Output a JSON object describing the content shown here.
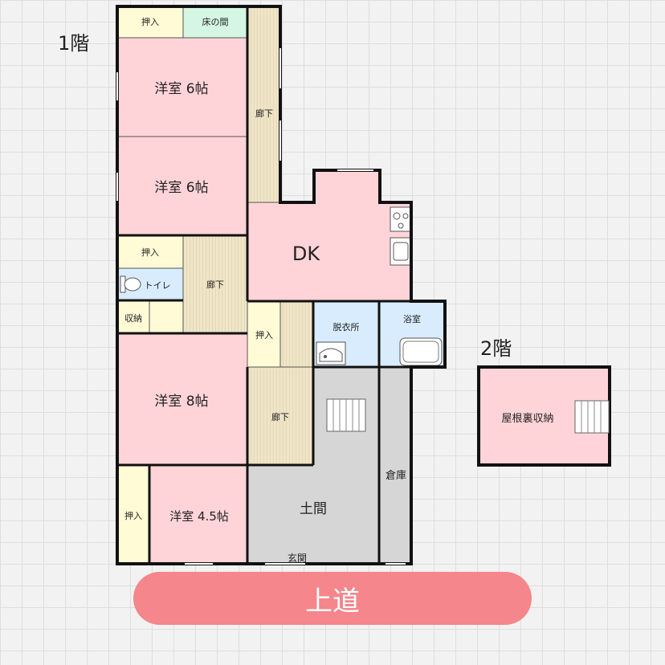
{
  "floors": {
    "first": "1階",
    "second": "2階"
  },
  "road": {
    "label": "上道",
    "color": "#f4868c"
  },
  "rooms": {
    "oshiire_top": "押入",
    "tokonoma": "床の間",
    "yoshitsu_6_a": "洋室 6帖",
    "yoshitsu_6_b": "洋室 6帖",
    "rouka_top": "廊下",
    "dk": "DK",
    "oshiire_mid": "押入",
    "toilet": "トイレ",
    "rouka_mid": "廊下",
    "shuno": "収納",
    "oshiire_hall": "押入",
    "datsuijo": "脱衣所",
    "yokushitsu": "浴室",
    "yoshitsu_8": "洋室 8帖",
    "rouka_low": "廊下",
    "oshiire_low": "押入",
    "yoshitsu_45": "洋室 4.5帖",
    "doma": "土間",
    "soko": "倉庫",
    "genkan": "玄関",
    "yaneura": "屋根裏収納"
  },
  "colors": {
    "western_room": "#ffd4d8",
    "closet": "#fffbd6",
    "alcove": "#d4f6e3",
    "water": "#d8ecfd",
    "corridor": "#efe5c8",
    "earth_floor": "#d6d6d6",
    "wall": "#111111"
  }
}
